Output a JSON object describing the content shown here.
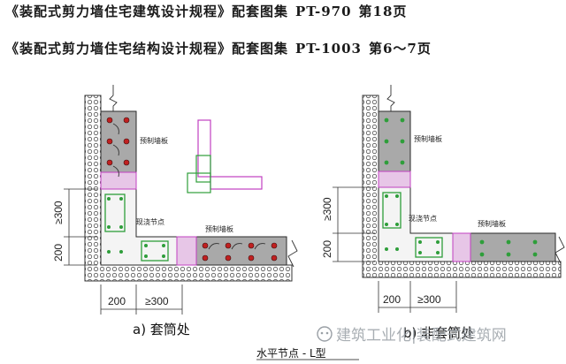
{
  "header": {
    "line1": {
      "title": "《装配式剪力墙住宅建筑设计规程》配套图集",
      "code": "PT-970",
      "page": "第18页"
    },
    "line2": {
      "title": "《装配式剪力墙住宅结构设计规程》配套图集",
      "code": "PT-1003",
      "page": "第6～7页"
    }
  },
  "diagram_a": {
    "label_panel_top": "预制墙板",
    "label_cast_node": "现浇节点",
    "label_panel_right": "预制墙板",
    "dim_v_300": "≥300",
    "dim_v_200": "200",
    "dim_h_200": "200",
    "dim_h_300": "≥300",
    "caption": "a) 套筒处"
  },
  "diagram_b": {
    "label_panel_top": "预制墙板",
    "label_cast_node": "现浇节点",
    "label_panel_right": "预制墙板",
    "dim_v_300": "≥300",
    "dim_v_200": "200",
    "dim_h_200": "200",
    "dim_h_300": "≥300",
    "caption": "b) 非套筒处"
  },
  "subtitle": "水平节点 - L型",
  "watermark": "建筑工业化|装配式建筑网",
  "colors": {
    "panel_fill": "#a9a9a9",
    "cast_fill": "#f4f4f4",
    "outline": "#2a2a2a",
    "marker": "#c040c0",
    "rebar_green": "#2e9e3a",
    "bolt_red": "#c02020"
  }
}
